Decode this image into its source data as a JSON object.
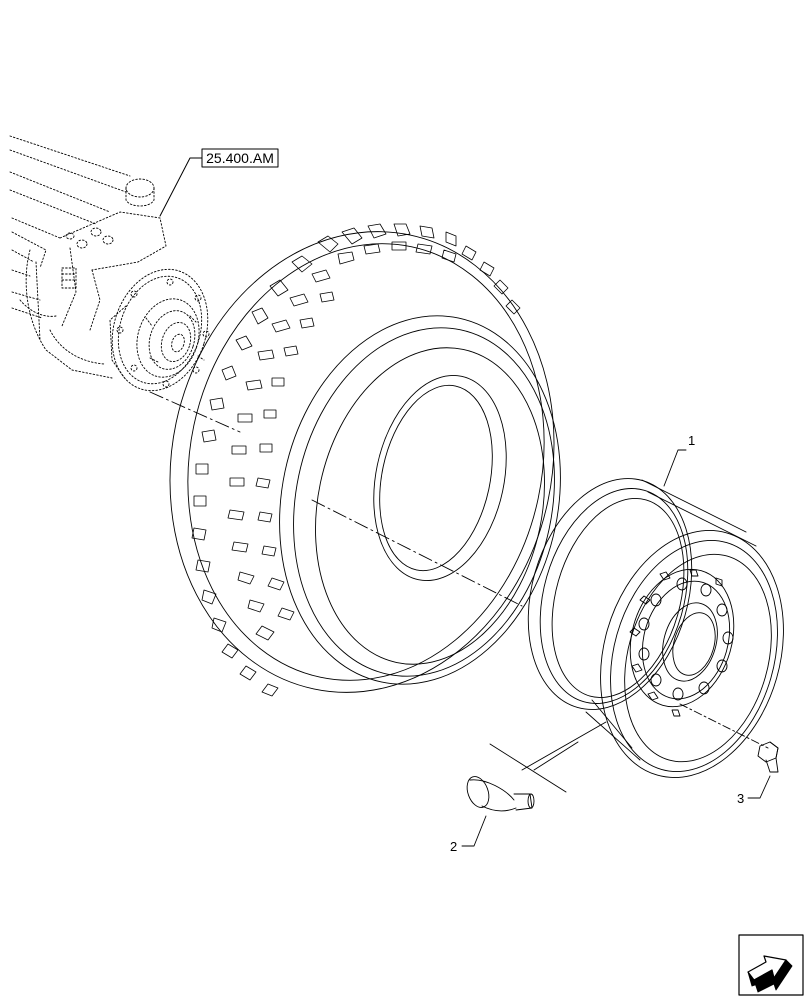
{
  "reference_box": {
    "text": "25.400.AM"
  },
  "callouts": [
    {
      "number": "1",
      "part": "wheel-rim"
    },
    {
      "number": "2",
      "part": "valve"
    },
    {
      "number": "3",
      "part": "wheel-bolt"
    }
  ],
  "nav_icon": "next-page-arrow-icon",
  "colors": {
    "line": "#000000",
    "background": "#ffffff"
  }
}
